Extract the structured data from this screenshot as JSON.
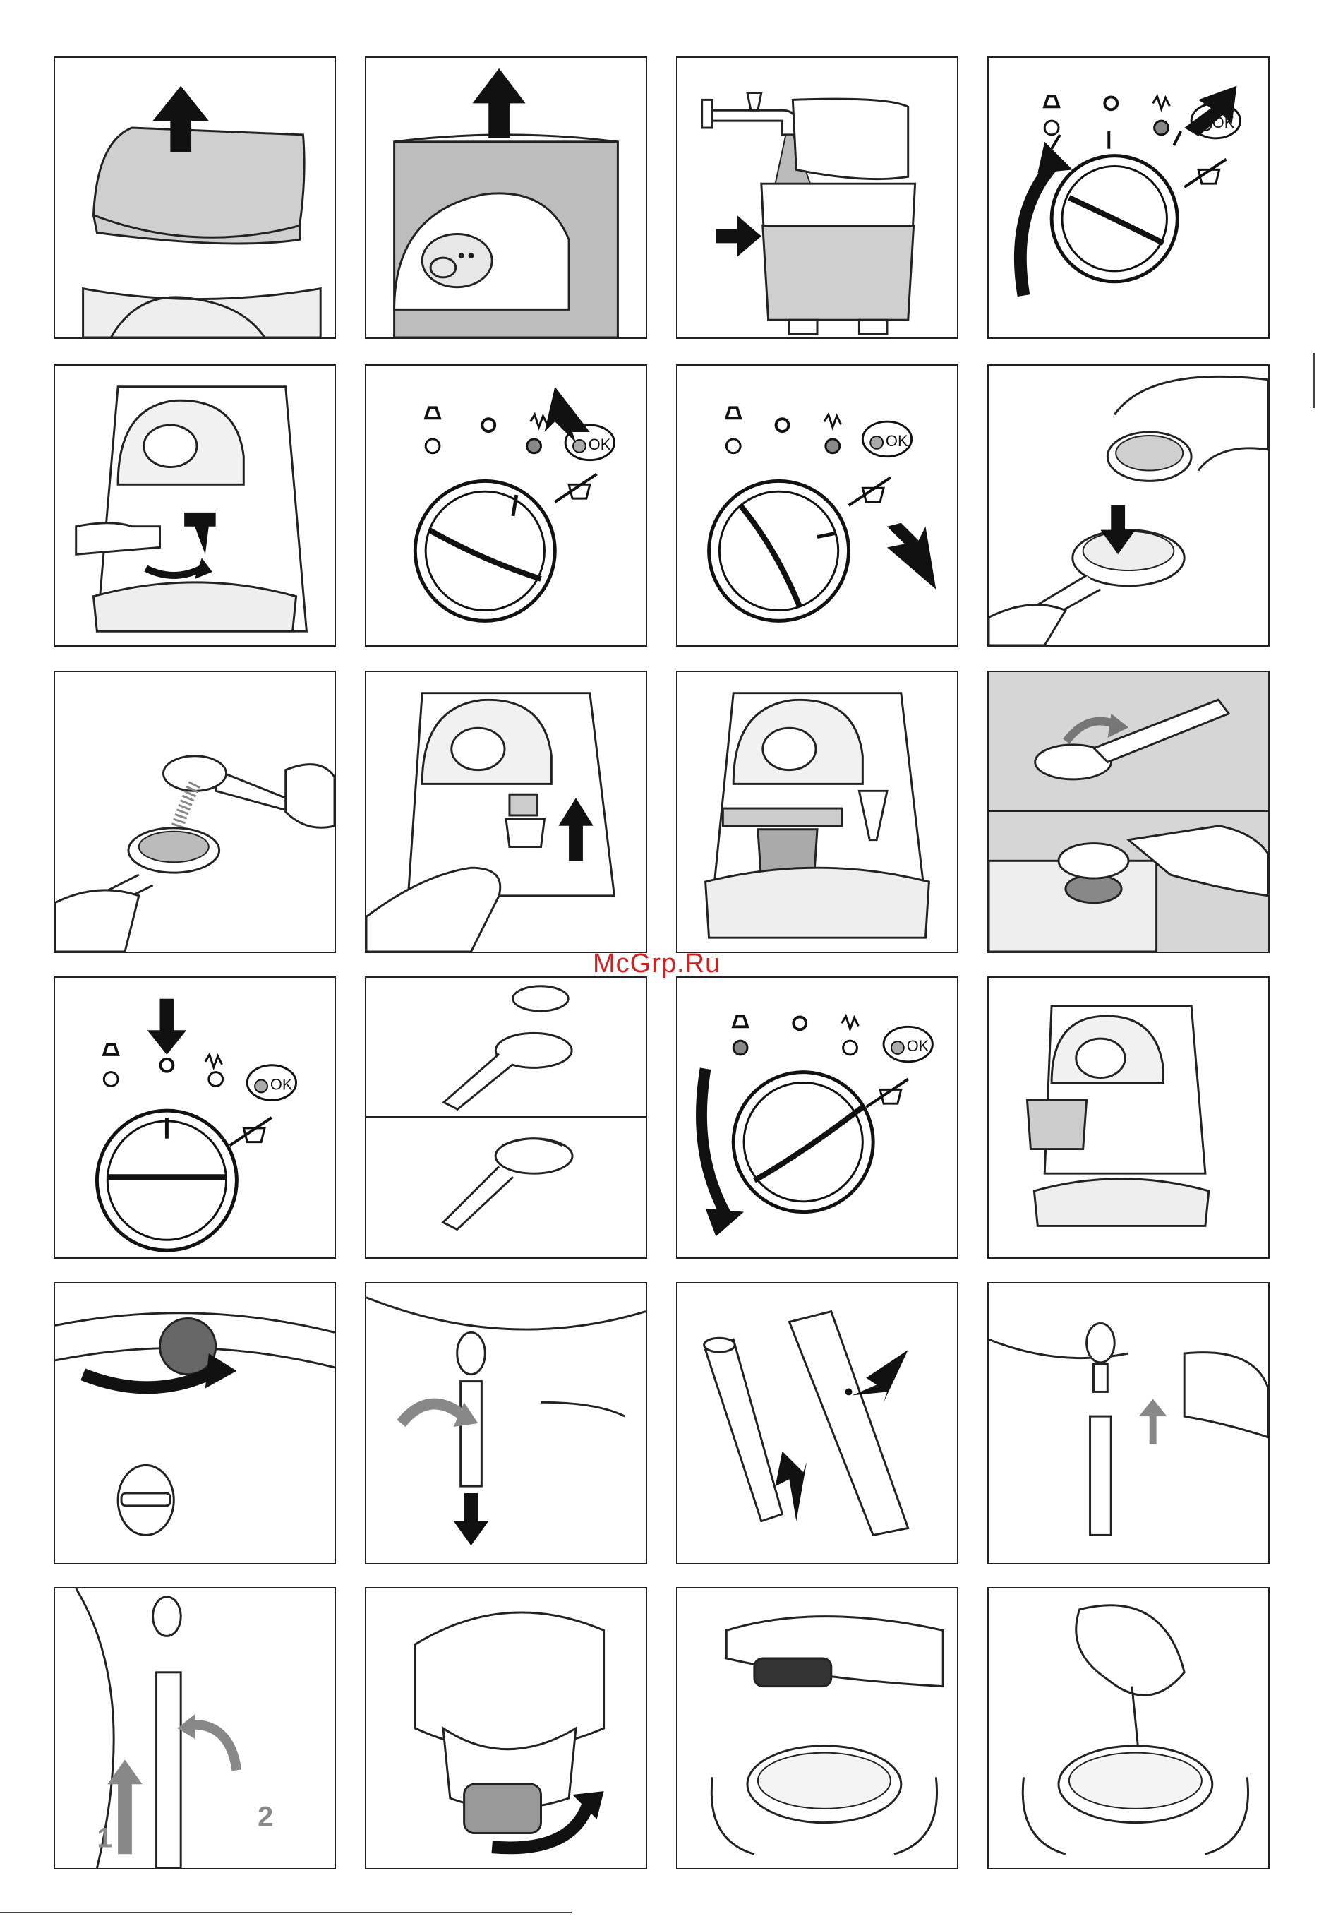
{
  "watermark": {
    "text": "McGrp.Ru"
  },
  "labels": {
    "ok": "OK",
    "step_one": "1",
    "step_two": "2"
  },
  "icons": [
    "lift-lid-arrow-icon",
    "water-tap-icon",
    "steam-icon",
    "hot-water-icon",
    "ok-button-icon",
    "rotary-knob-icon",
    "filter-holder-icon",
    "coffee-cup-icon",
    "steam-wand-icon",
    "brush-icon",
    "needle-icon"
  ],
  "colors": {
    "line": "#222222",
    "gray_fill": "#9a9a9a",
    "light_fill": "#d6d6d6",
    "watermark": "#cc2222"
  }
}
